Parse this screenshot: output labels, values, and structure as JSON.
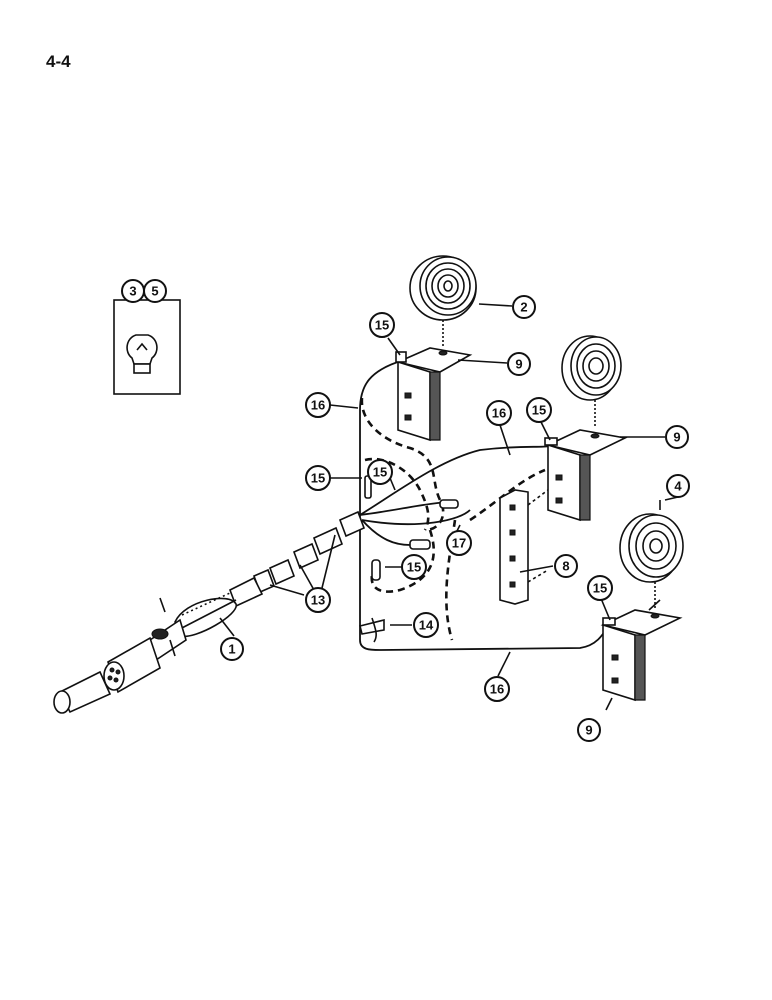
{
  "page": {
    "number": "4-4"
  },
  "callouts": [
    "1",
    "2",
    "3",
    "4",
    "5",
    "8",
    "9",
    "9",
    "9",
    "13",
    "14",
    "15",
    "15",
    "15",
    "15",
    "15",
    "16",
    "16",
    "16",
    "17"
  ],
  "parts": {
    "bulb_box": "bulb",
    "lamps": [
      "lamp",
      "lamp",
      "lamp"
    ],
    "brackets": [
      "bracket",
      "bracket",
      "bracket"
    ],
    "plate": "mounting-plate",
    "plug": "connector-plug",
    "clip": "clip"
  }
}
